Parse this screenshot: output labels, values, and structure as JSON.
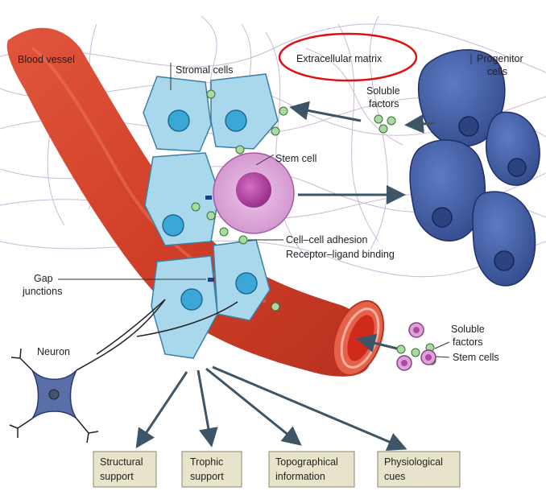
{
  "labels": {
    "blood_vessel": "Blood vessel",
    "stromal_cells": "Stromal cells",
    "extracellular_matrix": "Extracellular matrix",
    "progenitor_line1": "Progenitor",
    "progenitor_line2": "cells",
    "soluble_top_line1": "Soluble",
    "soluble_top_line2": "factors",
    "stem_cell": "Stem cell",
    "cell_adhesion": "Cell–cell adhesion",
    "receptor_binding": "Receptor–ligand binding",
    "gap_line1": "Gap",
    "gap_line2": "junctions",
    "neuron": "Neuron",
    "soluble_bottom_line1": "Soluble",
    "soluble_bottom_line2": "factors",
    "stem_cells": "Stem cells"
  },
  "boxes": [
    {
      "line1": "Structural",
      "line2": "support"
    },
    {
      "line1": "Trophic",
      "line2": "support"
    },
    {
      "line1": "Topographical",
      "line2": "information"
    },
    {
      "line1": "Physiological",
      "line2": "cues"
    }
  ],
  "colors": {
    "vessel": "#d9432b",
    "stromal": "#a9d8ec",
    "stromal_nucleus": "#3aa7d6",
    "stem_cell": "#dba5d8",
    "progenitor": "#3f5a9e",
    "matrix_fibers": "#c9b6d6",
    "highlight_ellipse": "#e01010",
    "cue_box": "#e8e4cc",
    "soluble_dot": "#9fd39a"
  }
}
